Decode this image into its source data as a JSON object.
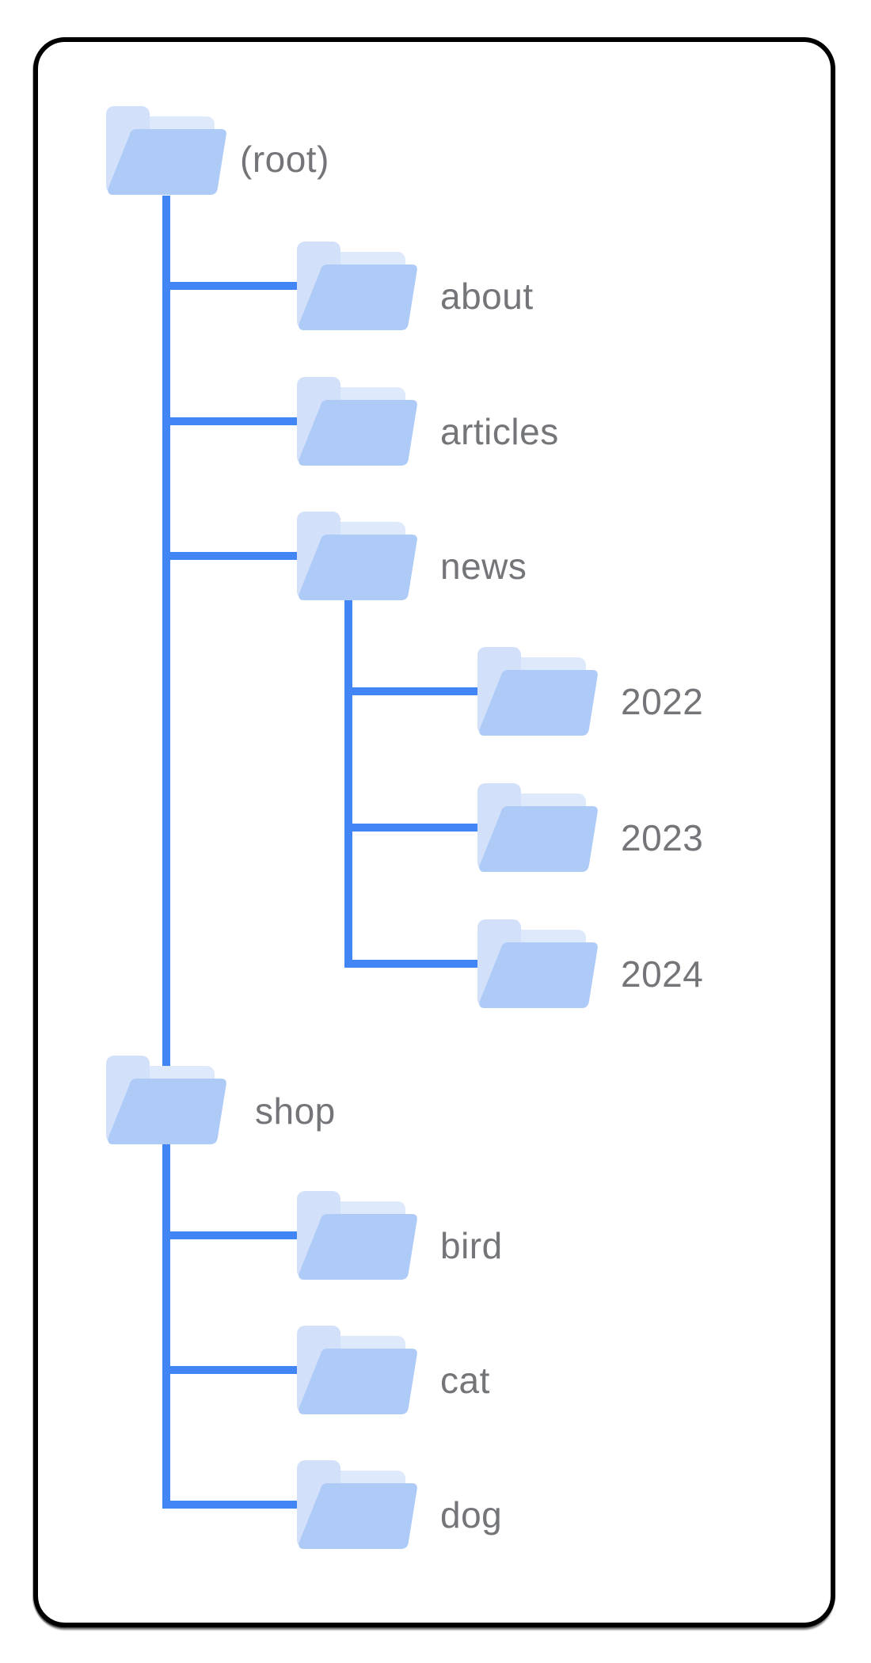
{
  "diagram": {
    "type": "folder-tree",
    "nodes": [
      {
        "id": "root",
        "label": "(root)",
        "depth": 0,
        "parent": null,
        "children": [
          "about",
          "articles",
          "news",
          "shop"
        ]
      },
      {
        "id": "about",
        "label": "about",
        "depth": 1,
        "parent": "root",
        "children": []
      },
      {
        "id": "articles",
        "label": "articles",
        "depth": 1,
        "parent": "root",
        "children": []
      },
      {
        "id": "news",
        "label": "news",
        "depth": 1,
        "parent": "root",
        "children": [
          "2022",
          "2023",
          "2024"
        ]
      },
      {
        "id": "y2022",
        "label": "2022",
        "depth": 2,
        "parent": "news",
        "children": []
      },
      {
        "id": "y2023",
        "label": "2023",
        "depth": 2,
        "parent": "news",
        "children": []
      },
      {
        "id": "y2024",
        "label": "2024",
        "depth": 2,
        "parent": "news",
        "children": []
      },
      {
        "id": "shop",
        "label": "shop",
        "depth": 1,
        "parent": "root",
        "children": [
          "bird",
          "cat",
          "dog"
        ]
      },
      {
        "id": "bird",
        "label": "bird",
        "depth": 2,
        "parent": "shop",
        "children": []
      },
      {
        "id": "cat",
        "label": "cat",
        "depth": 2,
        "parent": "shop",
        "children": []
      },
      {
        "id": "dog",
        "label": "dog",
        "depth": 2,
        "parent": "shop",
        "children": []
      }
    ]
  },
  "colors": {
    "line": "#4285F4",
    "label": "#737578",
    "folder_front": "#AECAF7",
    "folder_flap": "#DEE9FC",
    "folder_back": "#D3E0FA",
    "card_border": "#000000",
    "card_bg": "#FFFFFF"
  }
}
